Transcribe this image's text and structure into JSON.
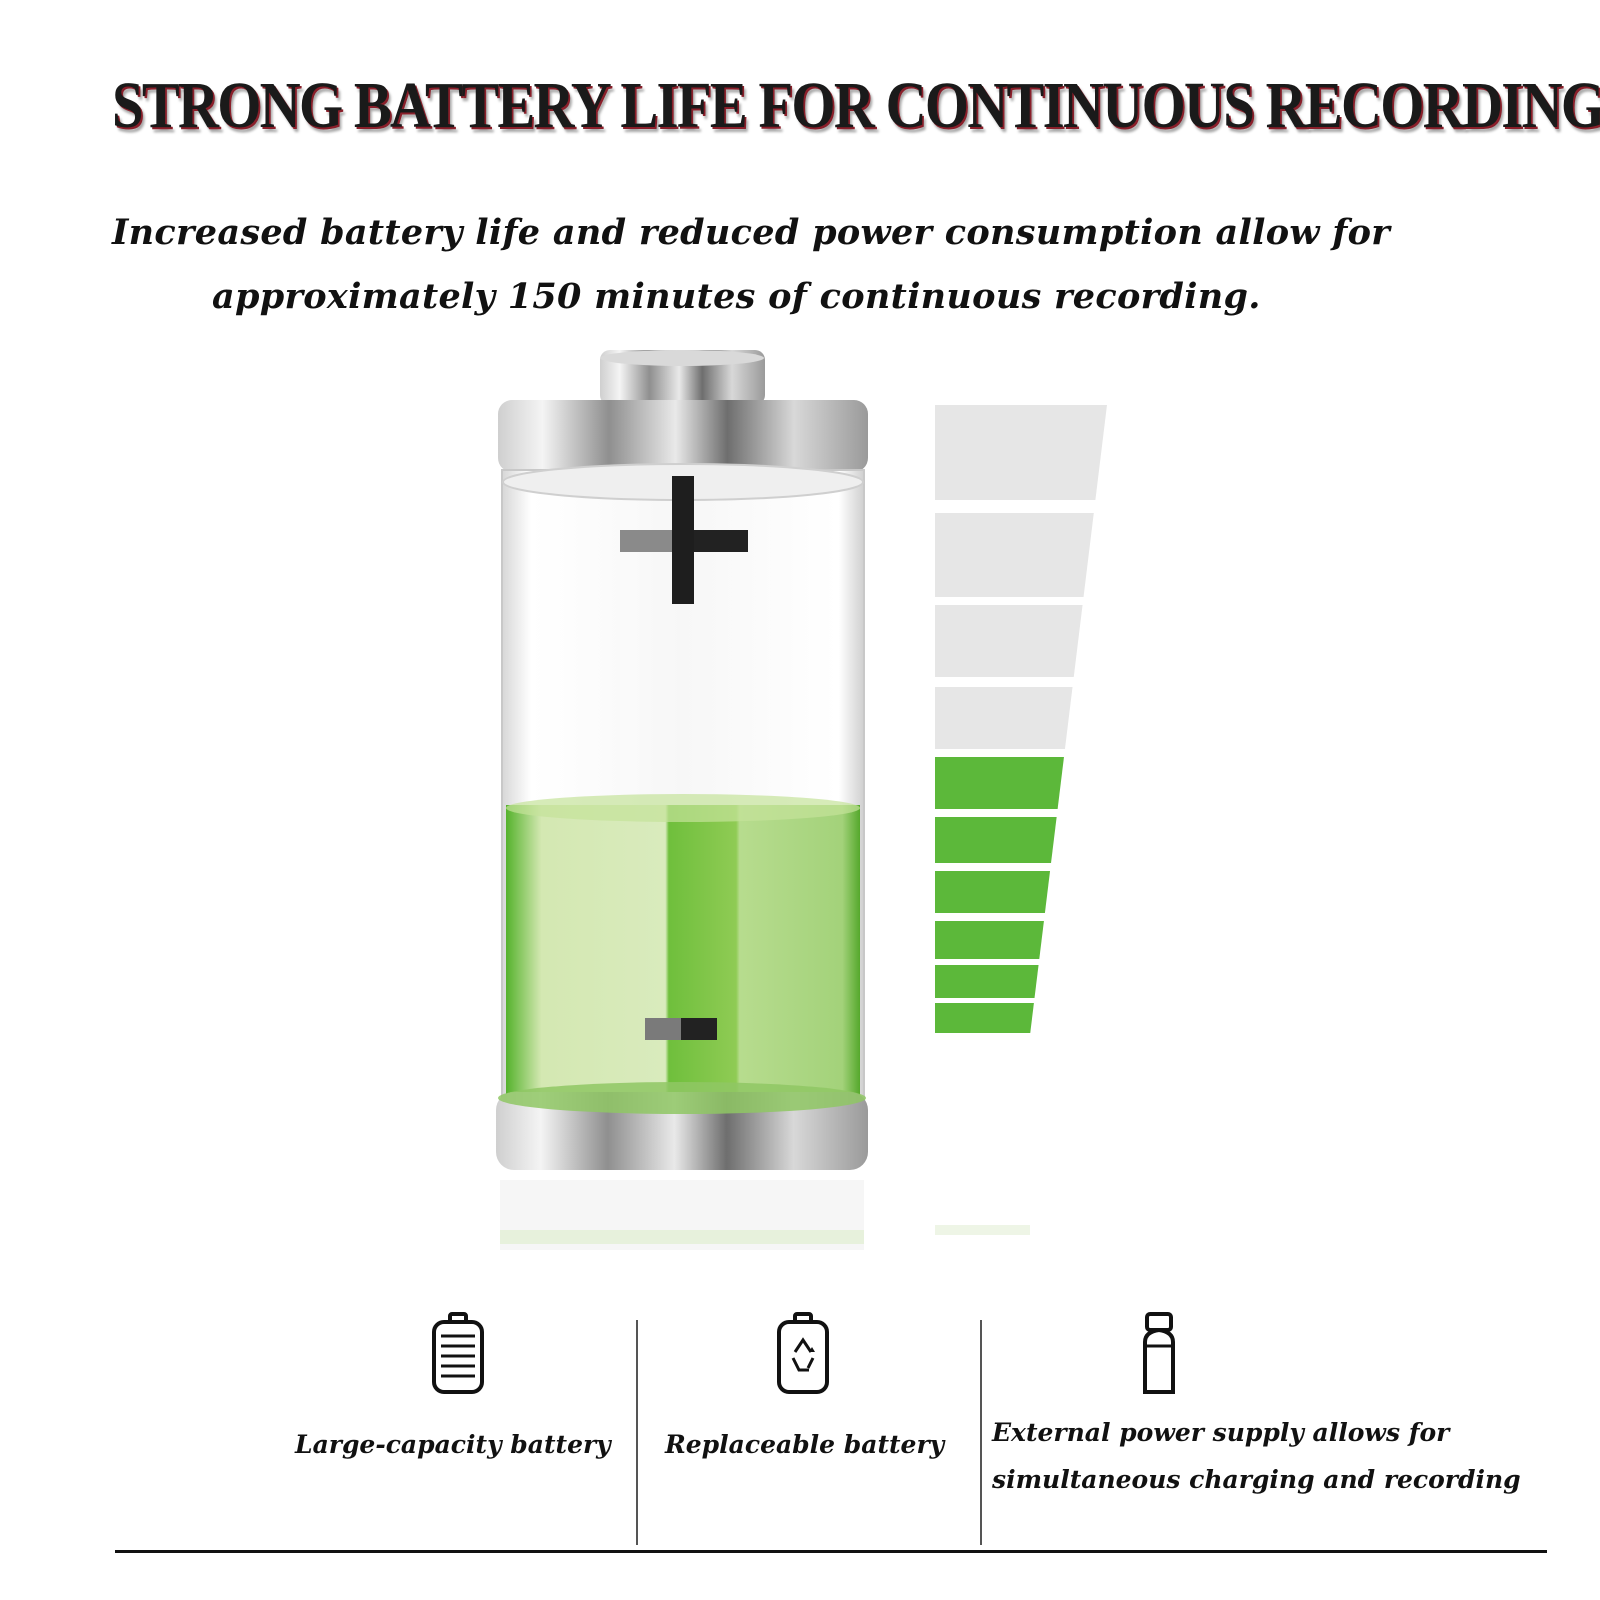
{
  "header": {
    "title": "STRONG BATTERY LIFE FOR CONTINUOUS RECORDING",
    "subtitle_line1": "Increased battery life and reduced power consumption allow for",
    "subtitle_line2": "approximately 150 minutes of continuous recording."
  },
  "battery": {
    "fill_level": 0.38,
    "fill_color": "#6bbf3a",
    "terminal_symbols": [
      "+",
      "-"
    ]
  },
  "level_meter": {
    "total_bars": 10,
    "filled_bars": 6,
    "filled_color": "#5cb83a",
    "empty_color": "#e6e6e6"
  },
  "features": [
    {
      "icon": "battery-capacity-icon",
      "label": "Large-capacity battery"
    },
    {
      "icon": "recycle-battery-icon",
      "label": "Replaceable battery"
    },
    {
      "icon": "power-bottle-icon",
      "label_line1": "External power supply allows for",
      "label_line2": "simultaneous charging and recording"
    }
  ]
}
